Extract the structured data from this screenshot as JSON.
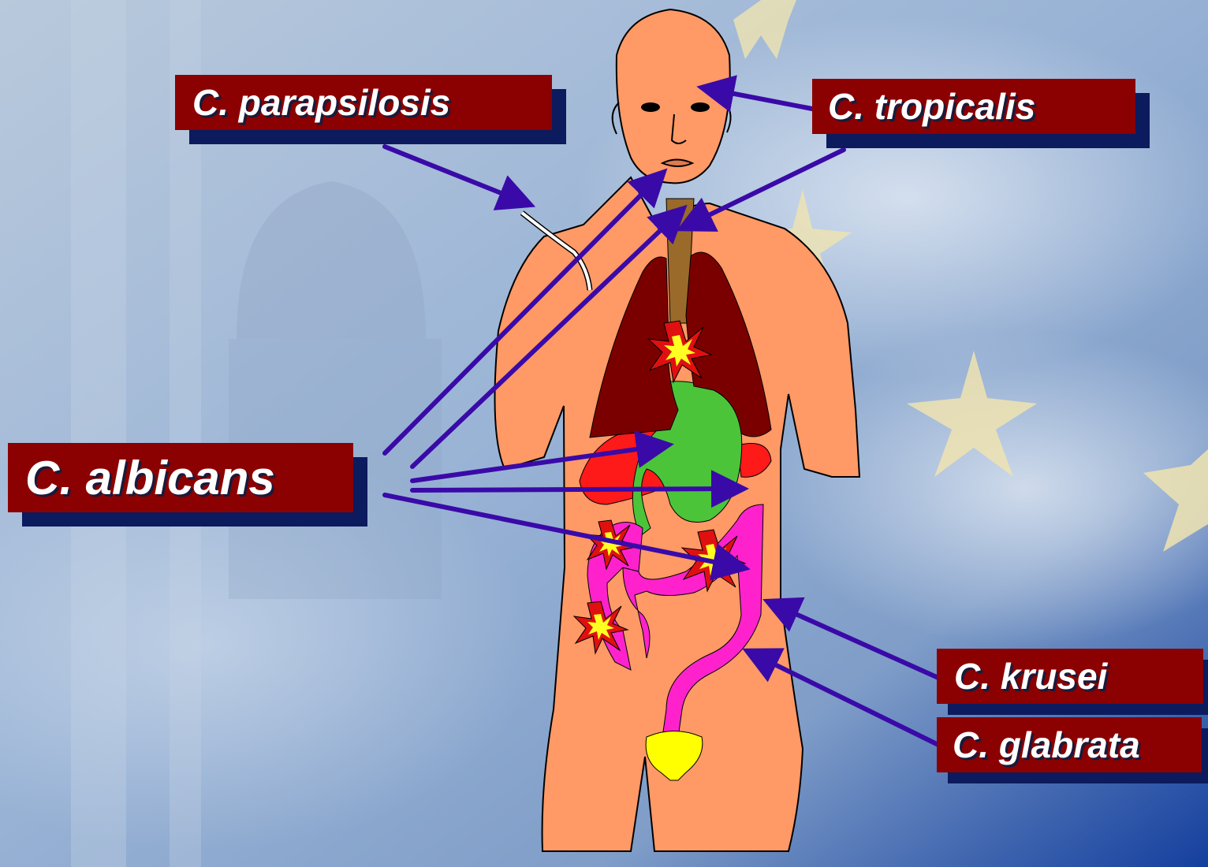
{
  "labels": {
    "parapsilosis": "C. parapsilosis",
    "tropicalis": "C. tropicalis",
    "albicans": "C. albicans",
    "krusei": "C. krusei",
    "glabrata": "C. glabrata"
  },
  "colors": {
    "label_box": "#8b0000",
    "label_shadow": "#0c1a5e",
    "arrow": "#3a0aa8",
    "skin": "#ff9966",
    "lungs": "#7a0000",
    "stomach": "#4cc43a",
    "liver": "#ff1a1a",
    "intestine": "#ff22cc",
    "bladder": "#ffff00",
    "trachea": "#9a6a2a",
    "infection_outer": "#e01010",
    "infection_inner": "#ffff22"
  }
}
